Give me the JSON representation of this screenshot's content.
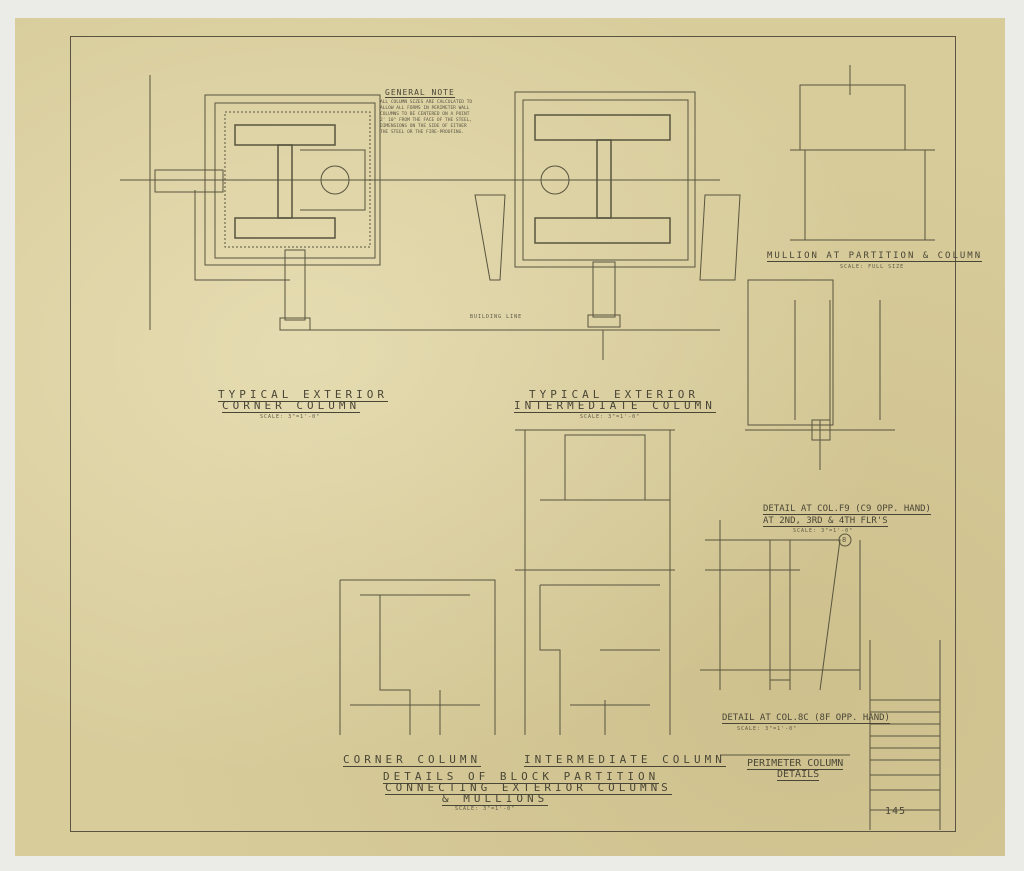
{
  "sheet": {
    "general_note_title": "GENERAL NOTE",
    "general_note_text": "ALL COLUMN SIZES ARE CALCULATED TO ALLOW ALL FORMS IN PERIMETER WALL COLUMNS TO BE CENTERED ON A POINT 2' 10\" FROM THE FACE OF THE STEEL, DIMENSIONS ON THE SIDE OF EITHER THE STEEL OR THE FIRE-PROOFING.",
    "drawings": [
      {
        "title_line1": "TYPICAL EXTERIOR",
        "title_line2": "CORNER COLUMN",
        "scale": "SCALE: 3\"=1'-0\""
      },
      {
        "title_line1": "TYPICAL EXTERIOR",
        "title_line2": "INTERMEDIATE COLUMN",
        "scale": "SCALE: 3\"=1'-0\""
      },
      {
        "title_line1": "MULLION AT PARTITION & COLUMN",
        "scale": "SCALE: FULL SIZE"
      },
      {
        "title_line1": "DETAIL AT COL.F9 (C9 OPP. HAND)",
        "title_line2": "AT 2ND, 3RD & 4TH FLR'S",
        "scale": "SCALE: 3\"=1'-0\""
      },
      {
        "title_line1": "DETAIL AT COL.8C (8F OPP. HAND)",
        "scale": "SCALE: 3\"=1'-0\""
      },
      {
        "title_line1": "CORNER COLUMN"
      },
      {
        "title_line1": "INTERMEDIATE COLUMN"
      }
    ],
    "group_title": [
      "DETAILS OF BLOCK PARTITION",
      "CONNECTING EXTERIOR COLUMNS",
      "& MULLIONS"
    ],
    "group_scale": "SCALE: 3\"=1'-0\"",
    "title_block": {
      "title": [
        "PERIMETER COLUMN",
        "DETAILS"
      ],
      "sheet_number": "145",
      "callout": "8"
    },
    "labels": {
      "building_line": "BUILDING LINE"
    },
    "colors": {
      "paper": "#d8cc9b",
      "ink": "#4a4636"
    }
  }
}
